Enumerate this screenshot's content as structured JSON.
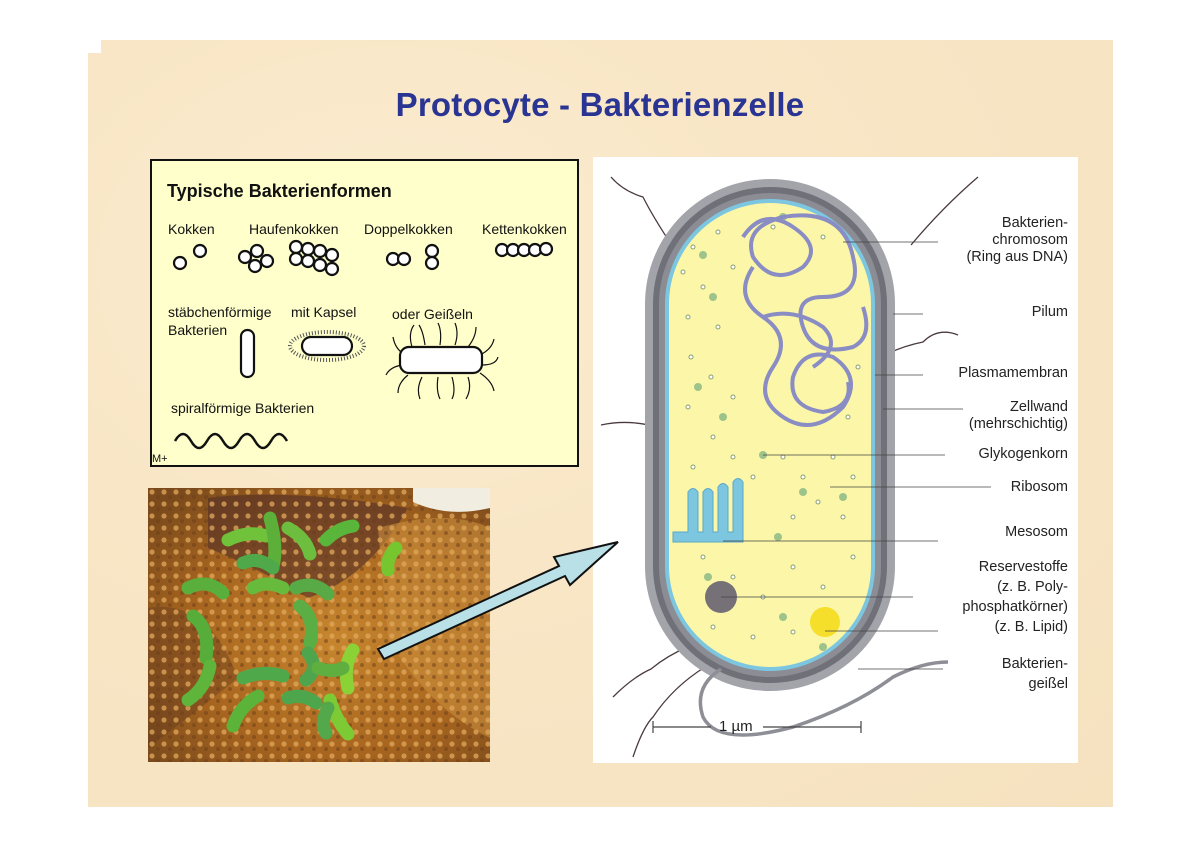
{
  "slide": {
    "title": "Protocyte - Bakterienzelle",
    "title_color": "#2a3593",
    "background_color": "#f8e6c6"
  },
  "forms_panel": {
    "title": "Typische Bakterienformen",
    "background_color": "#ffffcc",
    "labels": {
      "kokken": "Kokken",
      "haufenkokken": "Haufenkokken",
      "doppelkokken": "Doppelkokken",
      "kettenkokken": "Kettenkokken",
      "staebchen_line1": "stäbchenförmige",
      "staebchen_line2": "Bakterien",
      "kapsel": "mit Kapsel",
      "geisseln": "oder Geißeln",
      "spiral": "spiralförmige Bakterien"
    },
    "credit": "M+"
  },
  "micrograph": {
    "description": "Colored SEM of helical green bacteria on brown tissue surface"
  },
  "arrow": {
    "color": "#b8e0e6",
    "from": "micrograph",
    "to": "cell-diagram"
  },
  "cell_diagram": {
    "labels": [
      {
        "key": "chromosome",
        "lines": [
          "Bakterien-",
          "chromosom",
          "(Ring aus DNA)"
        ]
      },
      {
        "key": "pilum",
        "lines": [
          "Pilum"
        ]
      },
      {
        "key": "plasmamembran",
        "lines": [
          "Plasmamembran"
        ]
      },
      {
        "key": "zellwand",
        "lines": [
          "Zellwand",
          "(mehrschichtig)"
        ]
      },
      {
        "key": "glykogenkorn",
        "lines": [
          "Glykogenkorn"
        ]
      },
      {
        "key": "ribosom",
        "lines": [
          "Ribosom"
        ]
      },
      {
        "key": "mesosom",
        "lines": [
          "Mesosom"
        ]
      },
      {
        "key": "reservestoffe",
        "lines": [
          "Reservestoffe",
          "(z. B. Poly-",
          "phosphatkörner)",
          "(z. B. Lipid)"
        ]
      },
      {
        "key": "geissel",
        "lines": [
          "Bakterien-",
          "geißel"
        ]
      }
    ],
    "scale_bar": "1 µm",
    "colors": {
      "cytoplasm": "#fbf6a8",
      "cell_wall": "#8e8e96",
      "membrane": "#7cc6e0",
      "dna": "#8a8cc4",
      "lipid": "#f6df2a"
    }
  }
}
